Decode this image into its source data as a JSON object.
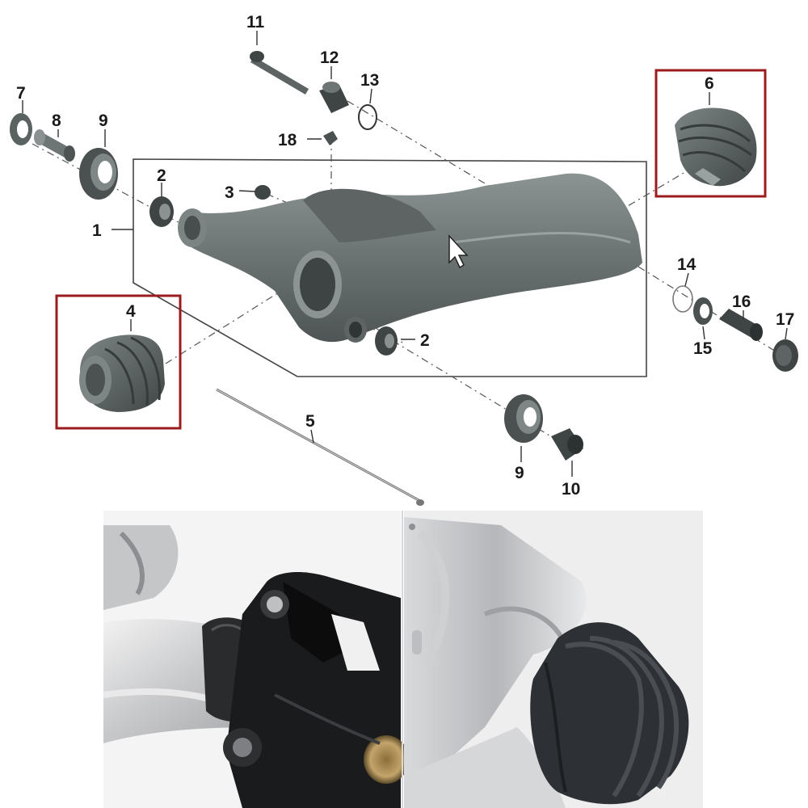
{
  "callouts": {
    "c1": "1",
    "c2a": "2",
    "c2b": "2",
    "c3": "3",
    "c4": "4",
    "c5": "5",
    "c6": "6",
    "c7": "7",
    "c8": "8",
    "c9a": "9",
    "c9b": "9",
    "c10": "10",
    "c11": "11",
    "c12": "12",
    "c13": "13",
    "c14": "14",
    "c15": "15",
    "c16": "16",
    "c17": "17",
    "c18": "18"
  },
  "highlight_color": "#9b1c1f",
  "icons": [
    "mouse-pointer-icon"
  ]
}
